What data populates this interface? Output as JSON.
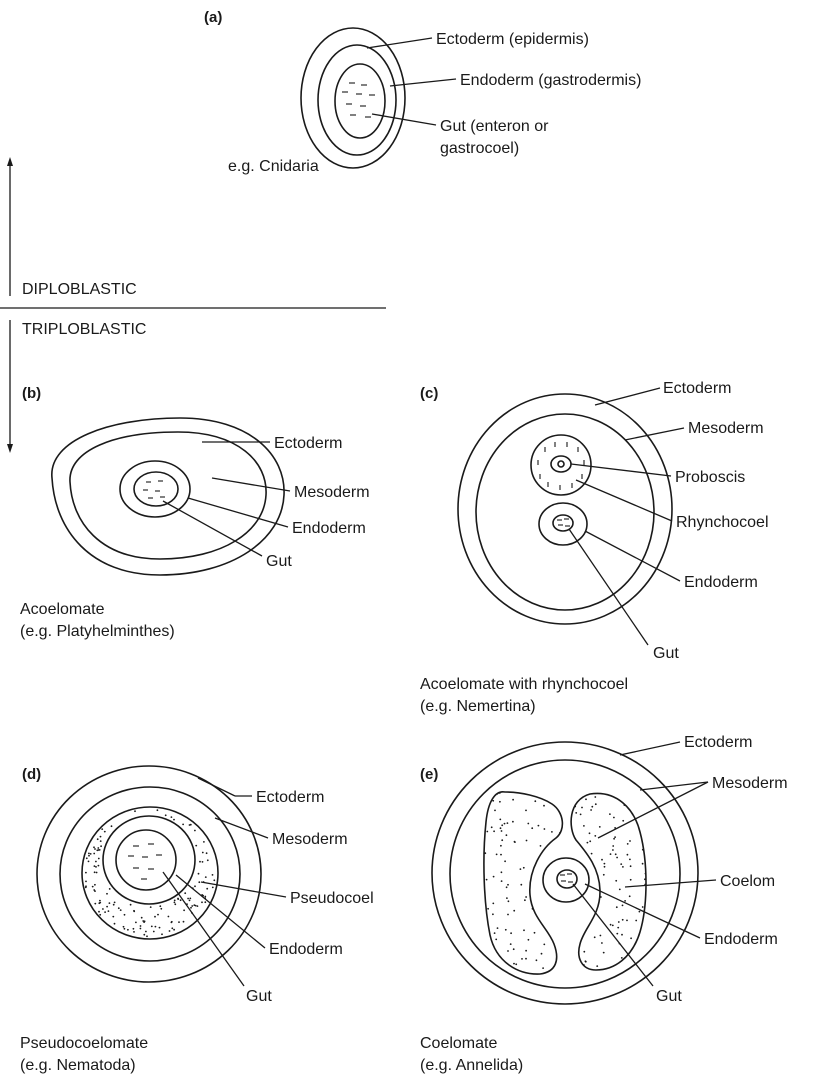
{
  "panels": {
    "a": {
      "letter": "(a)",
      "labels": {
        "ectoderm": "Ectoderm (epidermis)",
        "endoderm": "Endoderm (gastrodermis)",
        "gut_line1": "Gut (enteron or",
        "gut_line2": "gastrocoel)"
      },
      "caption": "e.g. Cnidaria"
    },
    "divider": {
      "top": "DIPLOBLASTIC",
      "bottom": "TRIPLOBLASTIC"
    },
    "b": {
      "letter": "(b)",
      "labels": {
        "ectoderm": "Ectoderm",
        "mesoderm": "Mesoderm",
        "endoderm": "Endoderm",
        "gut": "Gut"
      },
      "caption_line1": "Acoelomate",
      "caption_line2": "(e.g. Platyhelminthes)"
    },
    "c": {
      "letter": "(c)",
      "labels": {
        "ectoderm": "Ectoderm",
        "mesoderm": "Mesoderm",
        "proboscis": "Proboscis",
        "rhynchocoel": "Rhynchocoel",
        "endoderm": "Endoderm",
        "gut": "Gut"
      },
      "caption_line1": "Acoelomate with rhynchocoel",
      "caption_line2": "(e.g. Nemertina)"
    },
    "d": {
      "letter": "(d)",
      "labels": {
        "ectoderm": "Ectoderm",
        "mesoderm": "Mesoderm",
        "pseudocoel": "Pseudocoel",
        "endoderm": "Endoderm",
        "gut": "Gut"
      },
      "caption_line1": "Pseudocoelomate",
      "caption_line2": "(e.g. Nematoda)"
    },
    "e": {
      "letter": "(e)",
      "labels": {
        "ectoderm": "Ectoderm",
        "mesoderm": "Mesoderm",
        "coelom": "Coelom",
        "endoderm": "Endoderm",
        "gut": "Gut"
      },
      "caption_line1": "Coelomate",
      "caption_line2": "(e.g. Annelida)"
    }
  }
}
